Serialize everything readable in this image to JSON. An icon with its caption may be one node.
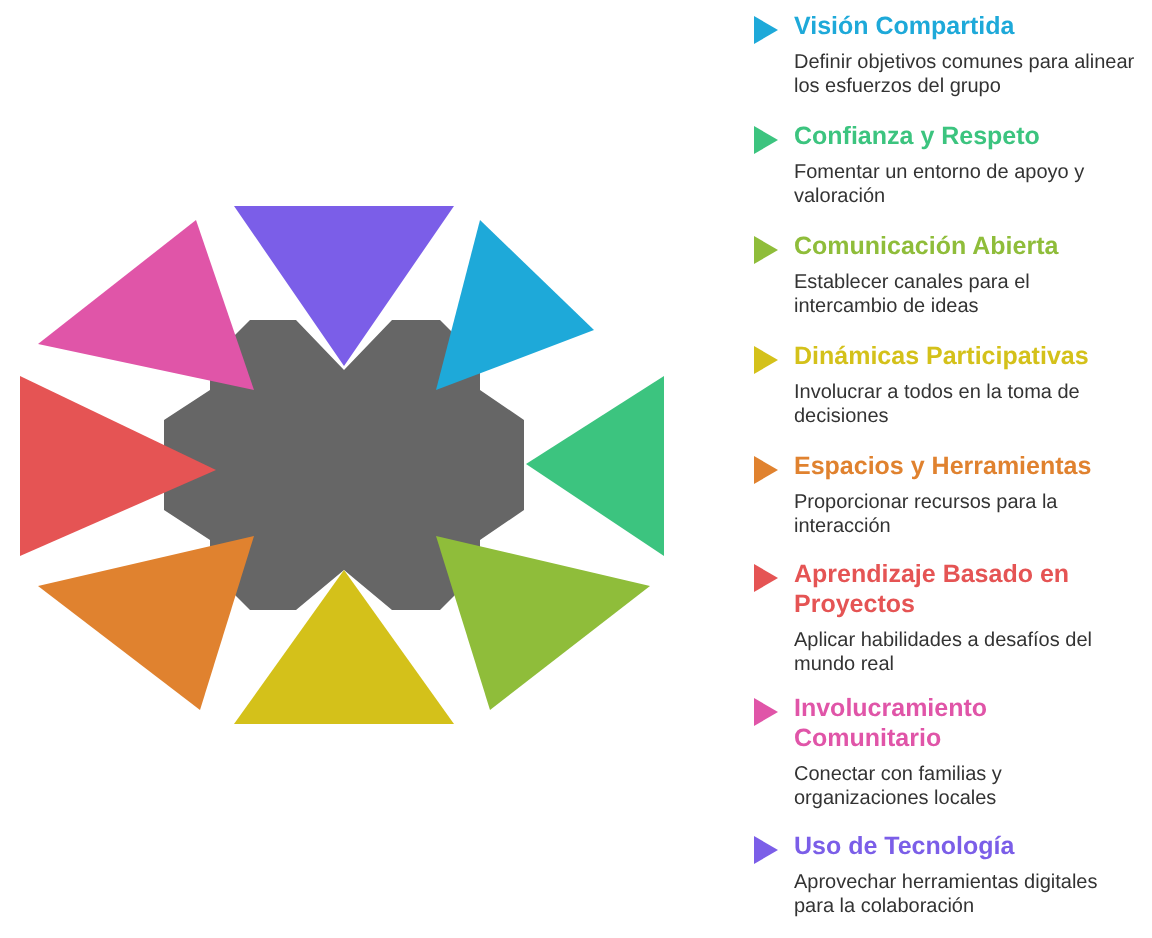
{
  "diagram": {
    "nodes": [
      {
        "text": [
          "Visión Compartida",
          "Definir objetivos comunes para alinear los esfuerzos del grupo"
        ]
      },
      {
        "text": [
          "Confianza y Respeto",
          "Fomentar un entorno de apoyo y valoración"
        ]
      },
      {
        "text": [
          "Comunicación Abierta",
          "Establecer canales para el intercambio de ideas"
        ]
      },
      {
        "text": [
          "Dinámicas Participativas",
          "Involucrar a todos en la toma de decisiones"
        ]
      },
      {
        "text": [
          "Espacios y Herramientas",
          "Proporcionar recursos para la interacción"
        ]
      },
      {
        "text": [
          "Aprendizaje Basado en Proyectos",
          "Aplicar habilidades a desafíos del mundo real"
        ]
      },
      {
        "text": [
          "Involucramiento Comunitario",
          "Conectar con familias y organizaciones locales"
        ]
      },
      {
        "text": [
          "Uso de Tecnología",
          "Aprovechar herramientas digitales para la colaboración"
        ]
      }
    ]
  }
}
